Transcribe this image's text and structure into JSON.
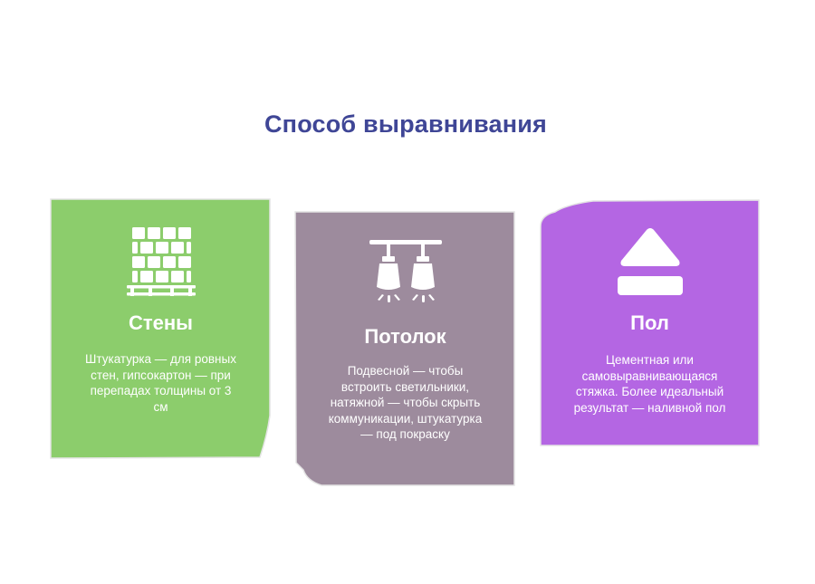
{
  "heading": "Способ выравнивания",
  "colors": {
    "heading": "#3f4696",
    "walls_card": "#8ccd6c",
    "ceiling_card": "#9d8b9d",
    "floor_card": "#b466e3",
    "card_text": "#ffffff"
  },
  "cards": [
    {
      "id": "walls",
      "icon": "brick-wall-icon",
      "title": "Стены",
      "description": "Штукатурка — для ровных стен, гипсокартон — при перепадах толщины от 3 см"
    },
    {
      "id": "ceiling",
      "icon": "ceiling-lights-icon",
      "title": "Потолок",
      "description": "Подвесной — чтобы встроить светильники, натяжной — чтобы скрыть коммуникации, штукатурка — под покраску"
    },
    {
      "id": "floor",
      "icon": "floor-eject-icon",
      "title": "Пол",
      "description": "Цементная или самовыравнивающаяся стяжка. Более идеальный результат — наливной пол"
    }
  ]
}
